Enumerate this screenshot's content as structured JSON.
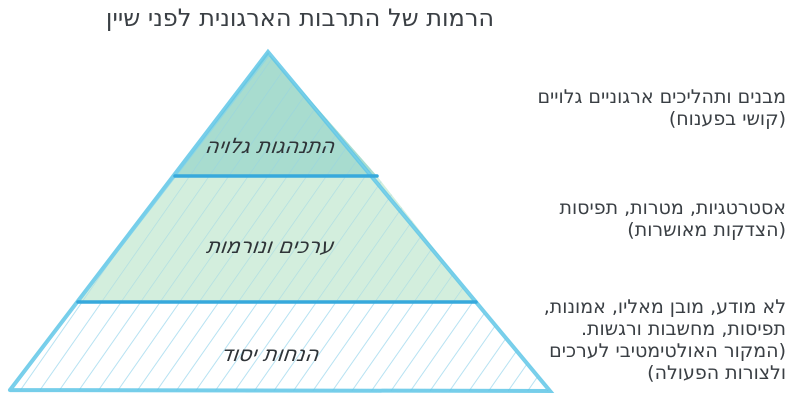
{
  "title": "הרמות של התרבות הארגונית לפני שיין",
  "colors": {
    "stroke": "#5ec6e6",
    "divider": "#37a9dc",
    "top_fill": "#a8dccf",
    "middle_fill": "#d3eedd",
    "bottom_fill": "#ffffff",
    "hatch": "#9fd8ee",
    "text": "#3a3f44"
  },
  "pyramid": {
    "layers": [
      {
        "label": "התנהגות גלויה",
        "level": "top"
      },
      {
        "label": "ערכים ונורמות",
        "level": "middle"
      },
      {
        "label": "הנחות יסוד",
        "level": "bottom"
      }
    ]
  },
  "descriptions": [
    {
      "lines": [
        "מבנים ותהליכים ארגוניים גלויים",
        "(קושי בפענוח)"
      ]
    },
    {
      "lines": [
        "אסטרטגיות, מטרות, תפיסות",
        "(הצדקות מאושרות)"
      ]
    },
    {
      "lines": [
        "לא מודע, מובן מאליו, אמונות,",
        "תפיסות, מחשבות ורגשות.",
        "(המקור האולטימטיבי לערכים",
        "ולצורות הפעולה)"
      ]
    }
  ]
}
